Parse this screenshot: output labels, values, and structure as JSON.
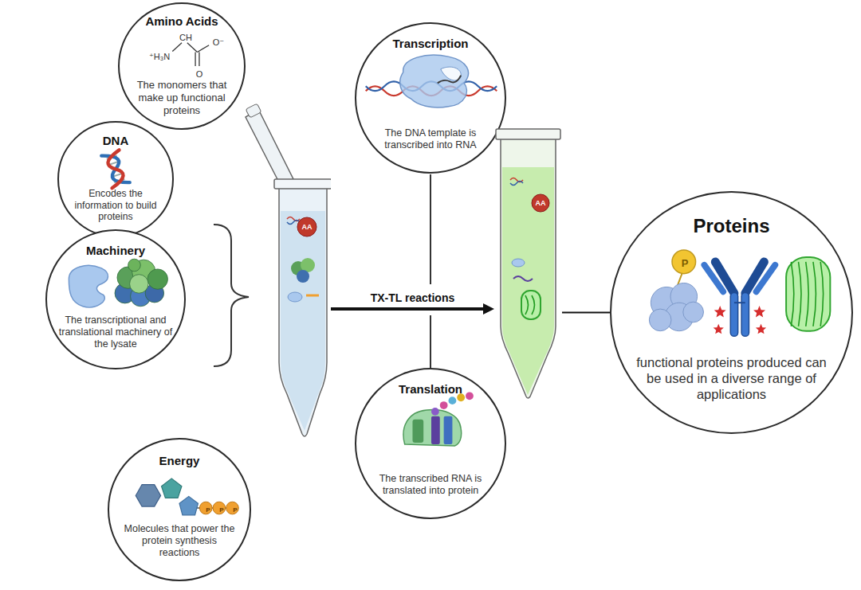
{
  "diagram": {
    "nodes": [
      {
        "text": [
          "Amino Acids",
          "The monomers that make up functional proteins"
        ]
      },
      {
        "text": [
          "DNA",
          "Encodes the information to build proteins"
        ]
      },
      {
        "text": [
          "Machinery",
          "The transcriptional and translational machinery of the lysate"
        ]
      },
      {
        "text": [
          "Energy",
          "Molecules that power the protein synthesis reactions"
        ]
      },
      {
        "text": [
          "AA"
        ]
      },
      {
        "text": [
          "Transcription",
          "The DNA template is transcribed into RNA"
        ]
      },
      {
        "text": [
          "Translation",
          "The transcribed RNA is translated into protein"
        ]
      },
      {
        "text": [
          "AA"
        ]
      },
      {
        "text": [
          "Proteins",
          "functional proteins produced can be used in a diverse range of applications"
        ]
      }
    ],
    "edges": [
      {
        "from": 4,
        "to": 7,
        "arrow": "to",
        "label": "TX-TL reactions"
      },
      {
        "from": 7,
        "to": 8,
        "arrow": "none"
      }
    ],
    "labels": [
      "CH",
      "⁺H₃N",
      "O⁻",
      "O",
      "P",
      "P",
      "P",
      "P"
    ]
  }
}
